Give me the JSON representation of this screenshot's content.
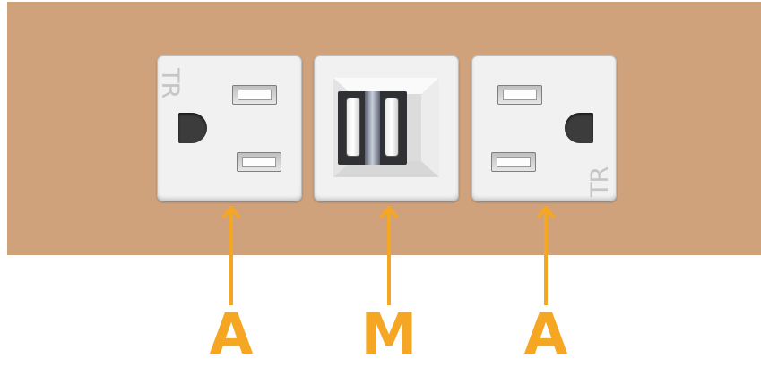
{
  "colors": {
    "panel": "#cfa27c",
    "faceplate": "#f1f1f1",
    "arrow": "#f5a623"
  },
  "outlets": [
    {
      "type": "receptacle",
      "tr_mark": "TR",
      "label": "A"
    },
    {
      "type": "usb",
      "label": "M"
    },
    {
      "type": "receptacle",
      "tr_mark": "TR",
      "label": "A"
    }
  ]
}
